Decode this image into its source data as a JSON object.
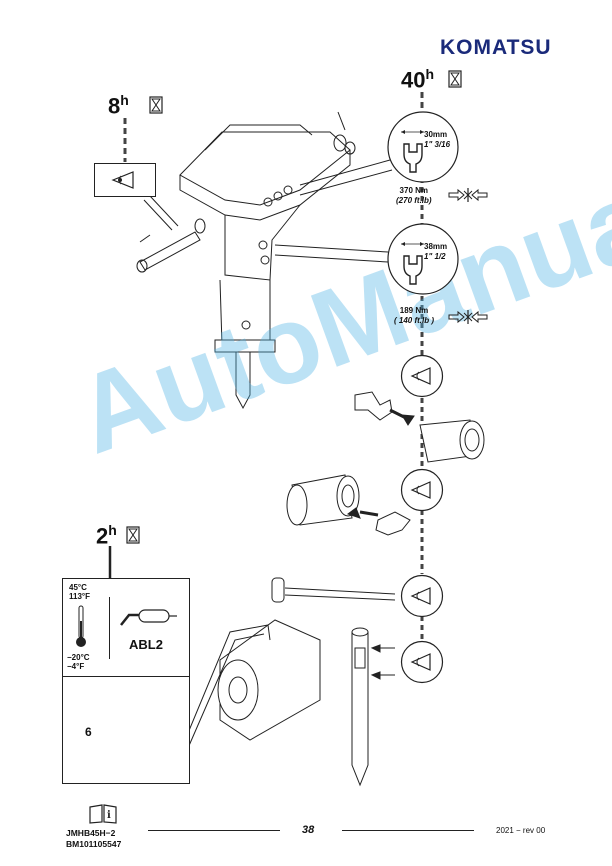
{
  "brand": "KOMATSU",
  "intervals": {
    "top_left": {
      "value": "8",
      "unit": "h"
    },
    "top_right": {
      "value": "40",
      "unit": "h"
    },
    "bottom_left": {
      "value": "2",
      "unit": "h"
    }
  },
  "wrench_1": {
    "metric": "30mm",
    "imperial": "1\" 3/16"
  },
  "torque_1": {
    "metric": "370 Nm",
    "imperial": "(270 ft.lb)"
  },
  "wrench_2": {
    "metric": "38mm",
    "imperial": "1\" 1/2"
  },
  "torque_2": {
    "metric": "189 Nm",
    "imperial": "( 140 ft.lb )"
  },
  "temperature": {
    "high_c": "45°C",
    "high_f": "113°F",
    "low_c": "−20°C",
    "low_f": "−4°F"
  },
  "grease_label": "ABL2",
  "grease_strokes": "6",
  "watermark": "AutoManual",
  "footer": {
    "doc_code": "JMHB45H−2",
    "doc_number": "BM101105547",
    "page": "38",
    "revision": "2021 − rev 00"
  }
}
